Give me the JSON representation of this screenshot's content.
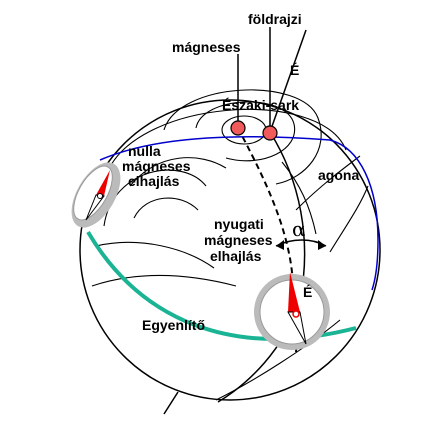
{
  "labels": {
    "foldrajzi": "földrajzi",
    "magneses_top": "mágneses",
    "E_top": "É",
    "eszaki_sark": "Északi-sark",
    "nulla": "nulla",
    "magneses_left": "mágneses",
    "elhajlas_left": "elhajlás",
    "agona": "agona",
    "nyugati": "nyugati",
    "alpha": "α",
    "magneses_mid": "mágneses",
    "elhajlas_mid": "elhajlás",
    "E_compass": "É",
    "egyenlito": "Egyenlítő"
  },
  "colors": {
    "equator": "#1ab394",
    "agonic_line": "#0000cc",
    "pole_marker": "#f05a5a",
    "needle_north": "#ee0000",
    "compass_rim": "#bbbbbb"
  }
}
